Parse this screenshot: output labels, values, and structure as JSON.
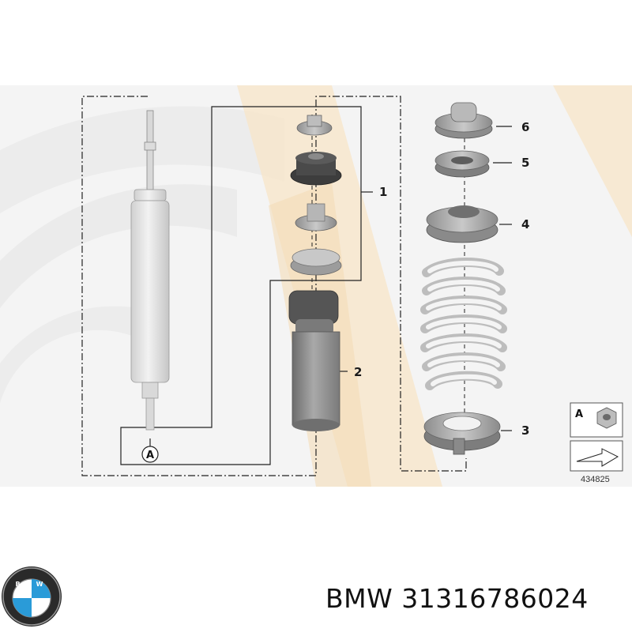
{
  "diagram": {
    "callouts": [
      "1",
      "2",
      "3",
      "4",
      "5",
      "6"
    ],
    "detail_letter_circle": "A",
    "detail_letter_box": "A",
    "diagram_number": "434825"
  },
  "logo": {
    "ring_text": "BMW"
  },
  "caption": {
    "brand": "BMW",
    "part_number": "31316786024"
  },
  "colors": {
    "watermark": "#f7e8d2",
    "watermark_gray": "#eeeeee",
    "part_gray": "#a8a8a8",
    "part_dark": "#3c3c3c",
    "spring": "#e9e9e9",
    "line": "#222222"
  }
}
